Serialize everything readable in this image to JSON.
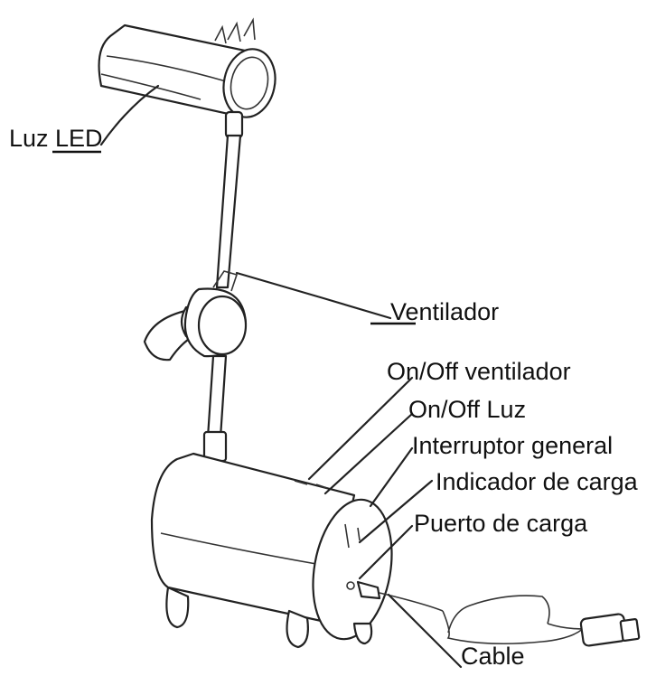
{
  "labels": {
    "led": "Luz LED",
    "fan": "Ventilador",
    "fan_switch": "On/Off ventilador",
    "light_switch": "On/Off Luz",
    "main_switch": "Interruptor general",
    "charge_indicator": "Indicador de carga",
    "charge_port": "Puerto de carga",
    "cable": "Cable"
  },
  "icons": [
    "led-light-icon",
    "fan-icon",
    "battery-base-icon",
    "usb-cable-icon"
  ]
}
